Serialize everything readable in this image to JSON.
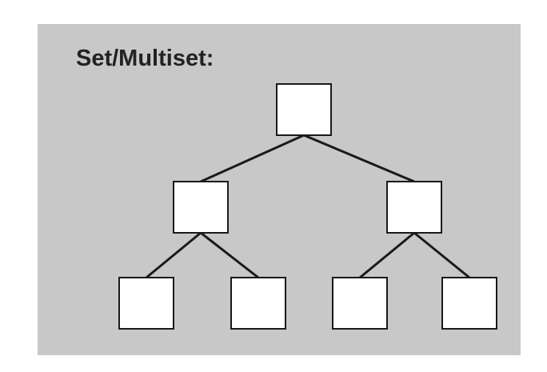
{
  "title": "Set/Multiset:",
  "colors": {
    "panel": "#c8c8c8",
    "node_fill": "#ffffff",
    "node_stroke": "#1a1a1a",
    "edge": "#1a1a1a"
  },
  "tree": {
    "nodes": [
      {
        "id": "root",
        "level": 0
      },
      {
        "id": "left",
        "level": 1,
        "parent": "root"
      },
      {
        "id": "right",
        "level": 1,
        "parent": "root"
      },
      {
        "id": "left-left",
        "level": 2,
        "parent": "left"
      },
      {
        "id": "left-right",
        "level": 2,
        "parent": "left"
      },
      {
        "id": "right-left",
        "level": 2,
        "parent": "right"
      },
      {
        "id": "right-right",
        "level": 2,
        "parent": "right"
      }
    ]
  }
}
